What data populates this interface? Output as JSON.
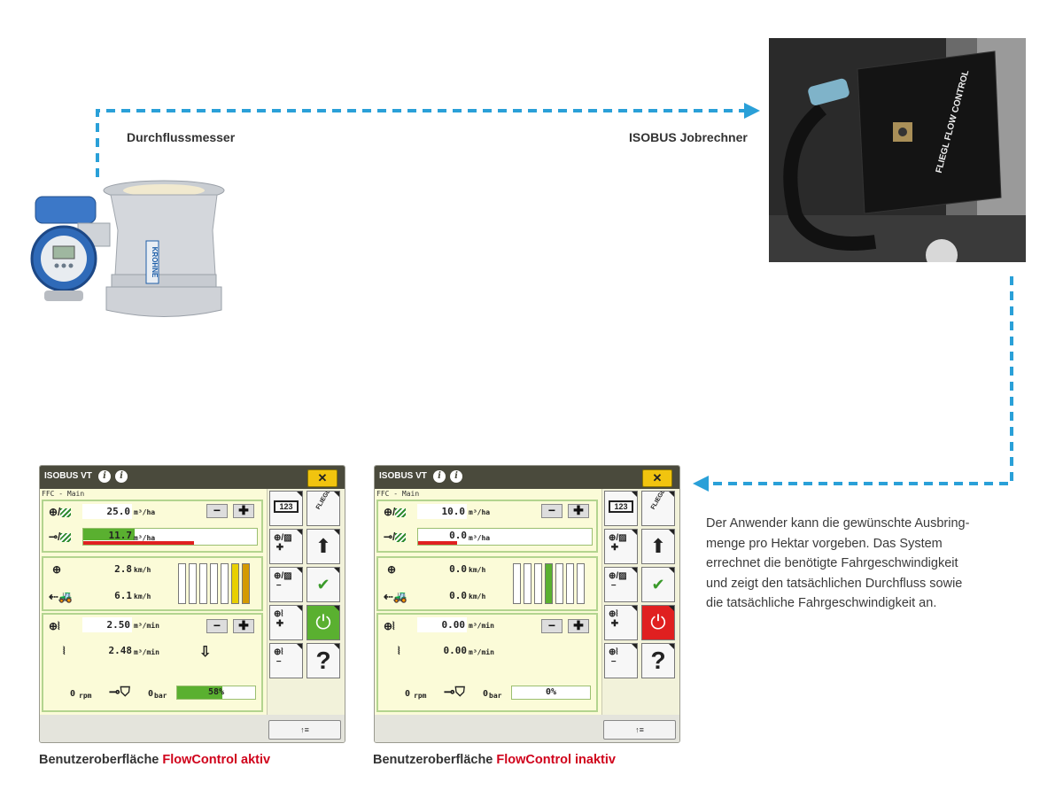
{
  "labels": {
    "flowmeter": "Durchflussmesser",
    "jobcomputer": "ISOBUS Jobrechner"
  },
  "device": {
    "brand": "KROHNE",
    "box_brand": "FLIEGL FLOW CONTROL"
  },
  "description": "Der Anwender kann die gewünschte Ausbring-\nmenge pro Hektar vorgeben. Das System\nerrechnet die benötigte Fahrgeschwindigkeit\nund zeigt den tatsächlichen Durchfluss sowie\ndie tatsächliche Fahrgeschwindigkeit an.",
  "colors": {
    "arrow": "#2aa0d8",
    "accent_red": "#d0021b",
    "title_bar": "#4a4a3c",
    "panel_border": "#b3d48f",
    "active_green": "#5ab030",
    "inactive_red": "#e02020"
  },
  "screens": [
    {
      "title": "ISOBUS VT",
      "info_glyph": "i",
      "close_glyph": "✕",
      "subtitle": "FFC - Main",
      "target_rate": "25.0",
      "target_rate_unit": "m³/ha",
      "actual_rate": "11.7",
      "actual_rate_unit": "m³/ha",
      "target_speed": "2.8",
      "speed_unit": "km/h",
      "actual_speed": "6.1",
      "target_flow": "2.50",
      "flow_unit": "m³/min",
      "actual_flow": "2.48",
      "rpm": "0",
      "rpm_unit": "rpm",
      "pressure": "0",
      "pressure_unit": "bar",
      "percent": "58%",
      "percent_value": 0.58,
      "minus": "−",
      "plus": "✚",
      "help": "?",
      "footer_btn": "↑≡",
      "caption_prefix": "Benutzeroberfläche ",
      "caption_state": "FlowControl aktiv",
      "power_state": "on"
    },
    {
      "title": "ISOBUS VT",
      "info_glyph": "i",
      "close_glyph": "✕",
      "subtitle": "FFC - Main",
      "target_rate": "10.0",
      "target_rate_unit": "m³/ha",
      "actual_rate": "0.0",
      "actual_rate_unit": "m³/ha",
      "target_speed": "0.0",
      "speed_unit": "km/h",
      "actual_speed": "0.0",
      "target_flow": "0.00",
      "flow_unit": "m³/min",
      "actual_flow": "0.00",
      "rpm": "0",
      "rpm_unit": "rpm",
      "pressure": "0",
      "pressure_unit": "bar",
      "percent": "0%",
      "percent_value": 0.0,
      "minus": "−",
      "plus": "✚",
      "help": "?",
      "footer_btn": "↑≡",
      "caption_prefix": "Benutzeroberfläche ",
      "caption_state": "FlowControl inaktiv",
      "power_state": "off"
    }
  ]
}
